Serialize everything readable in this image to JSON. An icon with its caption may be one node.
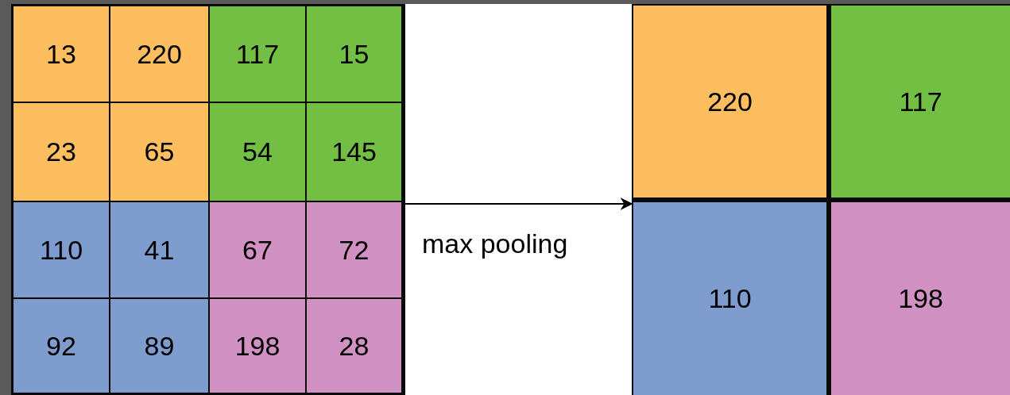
{
  "diagram": {
    "nodes": [
      {
        "text": [],
        "shape": "box"
      },
      {
        "text": [
          "13"
        ],
        "in": 0
      },
      {
        "text": [
          "220"
        ],
        "in": 0
      },
      {
        "text": [
          "117"
        ],
        "in": 0
      },
      {
        "text": [
          "15"
        ],
        "in": 0
      },
      {
        "text": [
          "23"
        ],
        "in": 0
      },
      {
        "text": [
          "65"
        ],
        "in": 0
      },
      {
        "text": [
          "54"
        ],
        "in": 0
      },
      {
        "text": [
          "145"
        ],
        "in": 0
      },
      {
        "text": [
          "110"
        ],
        "in": 0
      },
      {
        "text": [
          "41"
        ],
        "in": 0
      },
      {
        "text": [
          "67"
        ],
        "in": 0
      },
      {
        "text": [
          "72"
        ],
        "in": 0
      },
      {
        "text": [
          "92"
        ],
        "in": 0
      },
      {
        "text": [
          "89"
        ],
        "in": 0
      },
      {
        "text": [
          "198"
        ],
        "in": 0
      },
      {
        "text": [
          "28"
        ],
        "in": 0
      },
      {
        "text": [],
        "shape": "box"
      },
      {
        "text": [
          "220"
        ],
        "in": 17
      },
      {
        "text": [
          "117"
        ],
        "in": 17
      },
      {
        "text": [
          "110"
        ],
        "in": 17
      },
      {
        "text": [
          "198"
        ],
        "in": 17
      }
    ],
    "edges": [
      {
        "from": 0,
        "to": 17,
        "arrow": "to",
        "label": "max pooling"
      }
    ]
  }
}
